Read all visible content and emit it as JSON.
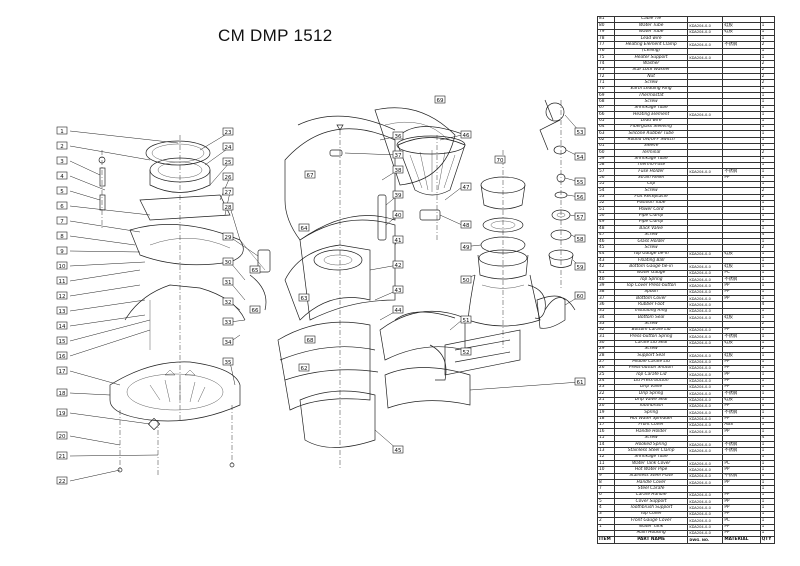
{
  "title": "CM DMP 1512",
  "callouts": [
    "1",
    "2",
    "3",
    "4",
    "5",
    "6",
    "7",
    "8",
    "9",
    "10",
    "11",
    "12",
    "13",
    "14",
    "15",
    "16",
    "17",
    "18",
    "19",
    "20",
    "21",
    "22",
    "23",
    "24",
    "25",
    "26",
    "27",
    "28",
    "29",
    "30",
    "31",
    "32",
    "33",
    "34",
    "35",
    "36",
    "37",
    "38",
    "39",
    "40",
    "41",
    "42",
    "43",
    "44",
    "45",
    "46",
    "47",
    "48",
    "49",
    "50",
    "51",
    "52",
    "53",
    "54",
    "55",
    "56",
    "57",
    "58",
    "59",
    "60",
    "61",
    "62",
    "63",
    "64",
    "65",
    "66",
    "67",
    "68",
    "69",
    "70"
  ],
  "parts_table": {
    "rows": [
      {
        "no": "81",
        "name": "Cable Tie",
        "code": "",
        "mat": "",
        "qty": ""
      },
      {
        "no": "80",
        "name": "Water Tube",
        "code": "KDA204-0-0",
        "mat": "硅胶",
        "qty": "1"
      },
      {
        "no": "79",
        "name": "Water Tube",
        "code": "KDA204-0-0",
        "mat": "硅胶",
        "qty": "1"
      },
      {
        "no": "78",
        "name": "Lead wire",
        "code": "",
        "mat": "",
        "qty": "1"
      },
      {
        "no": "77",
        "name": "Heating Element Clamp",
        "code": "KDA204-0-0",
        "mat": "不锈钢",
        "qty": "2"
      },
      {
        "no": "76",
        "name": "(Ceiling)",
        "code": "",
        "mat": "",
        "qty": "1"
      },
      {
        "no": "75",
        "name": "Heater Support",
        "code": "KDA204-0-0",
        "mat": "",
        "qty": "1"
      },
      {
        "no": "74",
        "name": "Washer",
        "code": "",
        "mat": "",
        "qty": "2"
      },
      {
        "no": "73",
        "name": "Star Lock Washer",
        "code": "",
        "mat": "",
        "qty": "2"
      },
      {
        "no": "72",
        "name": "Nut",
        "code": "",
        "mat": "",
        "qty": "2"
      },
      {
        "no": "71",
        "name": "Screw",
        "code": "",
        "mat": "",
        "qty": "2"
      },
      {
        "no": "70",
        "name": "Earth Leading Ring",
        "code": "",
        "mat": "",
        "qty": "1"
      },
      {
        "no": "69",
        "name": "Thermostat",
        "code": "",
        "mat": "",
        "qty": "1"
      },
      {
        "no": "68",
        "name": "Screw",
        "code": "",
        "mat": "",
        "qty": "1"
      },
      {
        "no": "67",
        "name": "Shrinkage Tube",
        "code": "",
        "mat": "",
        "qty": "1"
      },
      {
        "no": "66",
        "name": "Heating Element",
        "code": "KDA204-0-0",
        "mat": "",
        "qty": "1"
      },
      {
        "no": "65",
        "name": "Lead wire",
        "code": "",
        "mat": "",
        "qty": "1"
      },
      {
        "no": "64",
        "name": "Fiberglass Sleeving",
        "code": "",
        "mat": "",
        "qty": "1"
      },
      {
        "no": "63",
        "name": "Silicone Rubber Tube",
        "code": "",
        "mat": "",
        "qty": "1"
      },
      {
        "no": "62",
        "name": "Round ON/OFF Switch",
        "code": "",
        "mat": "",
        "qty": "1"
      },
      {
        "no": "61",
        "name": "Sleeve",
        "code": "",
        "mat": "",
        "qty": "1"
      },
      {
        "no": "60",
        "name": "Terminal",
        "code": "",
        "mat": "",
        "qty": "2"
      },
      {
        "no": "59",
        "name": "Shrinkage Tube",
        "code": "",
        "mat": "",
        "qty": "1"
      },
      {
        "no": "58",
        "name": "Thermo-Fuse",
        "code": "",
        "mat": "",
        "qty": "1"
      },
      {
        "no": "57",
        "name": "Fuse Holder",
        "code": "KDA204-0-0",
        "mat": "不锈钢",
        "qty": "1"
      },
      {
        "no": "56",
        "name": "Strain Relief",
        "code": "",
        "mat": "PP",
        "qty": "1"
      },
      {
        "no": "55",
        "name": "Clip",
        "code": "",
        "mat": "",
        "qty": "1"
      },
      {
        "no": "54",
        "name": "Screw",
        "code": "",
        "mat": "",
        "qty": "2"
      },
      {
        "no": "53",
        "name": "Flat Receptacle",
        "code": "",
        "mat": "",
        "qty": "2"
      },
      {
        "no": "52",
        "name": "Position Tube",
        "code": "",
        "mat": "",
        "qty": "1"
      },
      {
        "no": "51",
        "name": "Power Cord",
        "code": "",
        "mat": "",
        "qty": "1"
      },
      {
        "no": "50",
        "name": "Pipe Clamp",
        "code": "",
        "mat": "",
        "qty": "1"
      },
      {
        "no": "49",
        "name": "Pipe Clamp",
        "code": "",
        "mat": "",
        "qty": "1"
      },
      {
        "no": "48",
        "name": "Back Valve",
        "code": "",
        "mat": "",
        "qty": "1"
      },
      {
        "no": "47",
        "name": "Screw",
        "code": "",
        "mat": "",
        "qty": "4"
      },
      {
        "no": "46",
        "name": "Glass Holder",
        "code": "",
        "mat": "",
        "qty": "1"
      },
      {
        "no": "45",
        "name": "Screw",
        "code": "",
        "mat": "",
        "qty": "2"
      },
      {
        "no": "44",
        "name": "Top Gauge tie-in",
        "code": "KDA204-0-0",
        "mat": "硅胶",
        "qty": "1"
      },
      {
        "no": "43",
        "name": "Floating Ball",
        "code": "",
        "mat": "",
        "qty": "1"
      },
      {
        "no": "42",
        "name": "Bottom Gauge tie-in",
        "code": "KDA204-0-0",
        "mat": "硅胶",
        "qty": "1"
      },
      {
        "no": "41",
        "name": "Water Gauge",
        "code": "KDA204-0-0",
        "mat": "PC",
        "qty": "1"
      },
      {
        "no": "40",
        "name": "Top Spring",
        "code": "KDA204-0-0",
        "mat": "不锈钢",
        "qty": "1"
      },
      {
        "no": "39",
        "name": "Top Cover Press-button",
        "code": "KDA204-0-0",
        "mat": "PP",
        "qty": "1"
      },
      {
        "no": "38",
        "name": "Spoon",
        "code": "KDA204-0-0",
        "mat": "PP",
        "qty": "1"
      },
      {
        "no": "37",
        "name": "Bottom Cover",
        "code": "KDA204-0-0",
        "mat": "PP",
        "qty": "1"
      },
      {
        "no": "36",
        "name": "Rubber Foot",
        "code": "KDA204-0-0",
        "mat": "",
        "qty": "4"
      },
      {
        "no": "35",
        "name": "Insulating Ring",
        "code": "KDA204-0-0",
        "mat": "",
        "qty": "1"
      },
      {
        "no": "34",
        "name": "Bottom Seal",
        "code": "KDA204-0-0",
        "mat": "硅胶",
        "qty": "1"
      },
      {
        "no": "33",
        "name": "Screw",
        "code": "",
        "mat": "",
        "qty": "2"
      },
      {
        "no": "32",
        "name": "Bottom Carafe Lid",
        "code": "KDA204-0-0",
        "mat": "PP",
        "qty": "1"
      },
      {
        "no": "31",
        "name": "Press-button Spring",
        "code": "KDA204-0-0",
        "mat": "不锈钢",
        "qty": "1"
      },
      {
        "no": "30",
        "name": "Carafe Lid Seal",
        "code": "KDA204-0-0",
        "mat": "硅胶",
        "qty": "1"
      },
      {
        "no": "29",
        "name": "Screw",
        "code": "",
        "mat": "",
        "qty": "2"
      },
      {
        "no": "28",
        "name": "Support Seal",
        "code": "KDA204-0-0",
        "mat": "硅胶",
        "qty": "1"
      },
      {
        "no": "27",
        "name": "Middle Carafe Lid",
        "code": "KDA204-0-0",
        "mat": "PP",
        "qty": "1"
      },
      {
        "no": "26",
        "name": "Press-button Shutoff",
        "code": "KDA204-0-0",
        "mat": "PP",
        "qty": "1"
      },
      {
        "no": "25",
        "name": "Top Carafe Lid",
        "code": "KDA204-0-0",
        "mat": "PP",
        "qty": "1"
      },
      {
        "no": "24",
        "name": "Lid Press-button",
        "code": "KDA204-0-0",
        "mat": "PP",
        "qty": "1"
      },
      {
        "no": "23",
        "name": "Drip Valve",
        "code": "KDA204-0-0",
        "mat": "PP",
        "qty": "1"
      },
      {
        "no": "22",
        "name": "Drip Spring",
        "code": "KDA204-0-0",
        "mat": "不锈钢",
        "qty": "1"
      },
      {
        "no": "21",
        "name": "Drip Valve Seal",
        "code": "KDA204-0-0",
        "mat": "硅胶",
        "qty": "1"
      },
      {
        "no": "20",
        "name": "Toothbrush",
        "code": "KDA204-0-0",
        "mat": "PP",
        "qty": "1"
      },
      {
        "no": "19",
        "name": "Spring",
        "code": "KDA204-0-0",
        "mat": "不锈钢",
        "qty": "1"
      },
      {
        "no": "18",
        "name": "Hot Water Spreader",
        "code": "KDA204-0-0",
        "mat": "PP",
        "qty": "1"
      },
      {
        "no": "17",
        "name": "Front Cover",
        "code": "KDA204-0-0",
        "mat": "ABS",
        "qty": "1"
      },
      {
        "no": "16",
        "name": "Handle Holder",
        "code": "KDA204-0-0",
        "mat": "PP",
        "qty": "1"
      },
      {
        "no": "15",
        "name": "Screw",
        "code": "",
        "mat": "",
        "qty": "4"
      },
      {
        "no": "14",
        "name": "Hooked Spring",
        "code": "KDA204-0-0",
        "mat": "不锈钢",
        "qty": "1"
      },
      {
        "no": "13",
        "name": "Stainless Steel Clamp",
        "code": "KDA204-0-0",
        "mat": "不锈钢",
        "qty": "1"
      },
      {
        "no": "12",
        "name": "Shrinkage Tube",
        "code": "",
        "mat": "",
        "qty": "1"
      },
      {
        "no": "11",
        "name": "Water Tank Cover",
        "code": "KDA204-0-0",
        "mat": "PC",
        "qty": "1"
      },
      {
        "no": "10",
        "name": "Hot Water Pipe",
        "code": "KDA204-0-0",
        "mat": "PP",
        "qty": "1"
      },
      {
        "no": "9",
        "name": "Stainless Steel Plate",
        "code": "KDA204-0-0",
        "mat": "不锈钢",
        "qty": "1"
      },
      {
        "no": "8",
        "name": "Handle Cover",
        "code": "KDA204-0-0",
        "mat": "PP",
        "qty": "1"
      },
      {
        "no": "7",
        "name": "Steel Carafe",
        "code": "",
        "mat": "",
        "qty": "1"
      },
      {
        "no": "6",
        "name": "Carafe Handle",
        "code": "KDA204-0-0",
        "mat": "PP",
        "qty": "1"
      },
      {
        "no": "5",
        "name": "Cover Support",
        "code": "KDA204-0-0",
        "mat": "PP",
        "qty": "1"
      },
      {
        "no": "4",
        "name": "Toothbrush Support",
        "code": "KDA204-0-0",
        "mat": "PP",
        "qty": "1"
      },
      {
        "no": "3",
        "name": "Top Cover",
        "code": "KDA204-0-0",
        "mat": "PP",
        "qty": "1"
      },
      {
        "no": "2",
        "name": "Front Gauge Cover",
        "code": "KDA204-0-0",
        "mat": "PC",
        "qty": "1"
      },
      {
        "no": "1",
        "name": "Water Tank",
        "code": "KDA204-0-0",
        "mat": "PP",
        "qty": "1"
      },
      {
        "no": "",
        "name": "Main Housing",
        "code": "KDA204-0-0",
        "mat": "PP",
        "qty": "1"
      }
    ],
    "header": {
      "no": "ITEM",
      "name": "PART NAME",
      "code": "DWG. NO.",
      "mat": "MATERIAL",
      "qty": "QTY"
    }
  }
}
